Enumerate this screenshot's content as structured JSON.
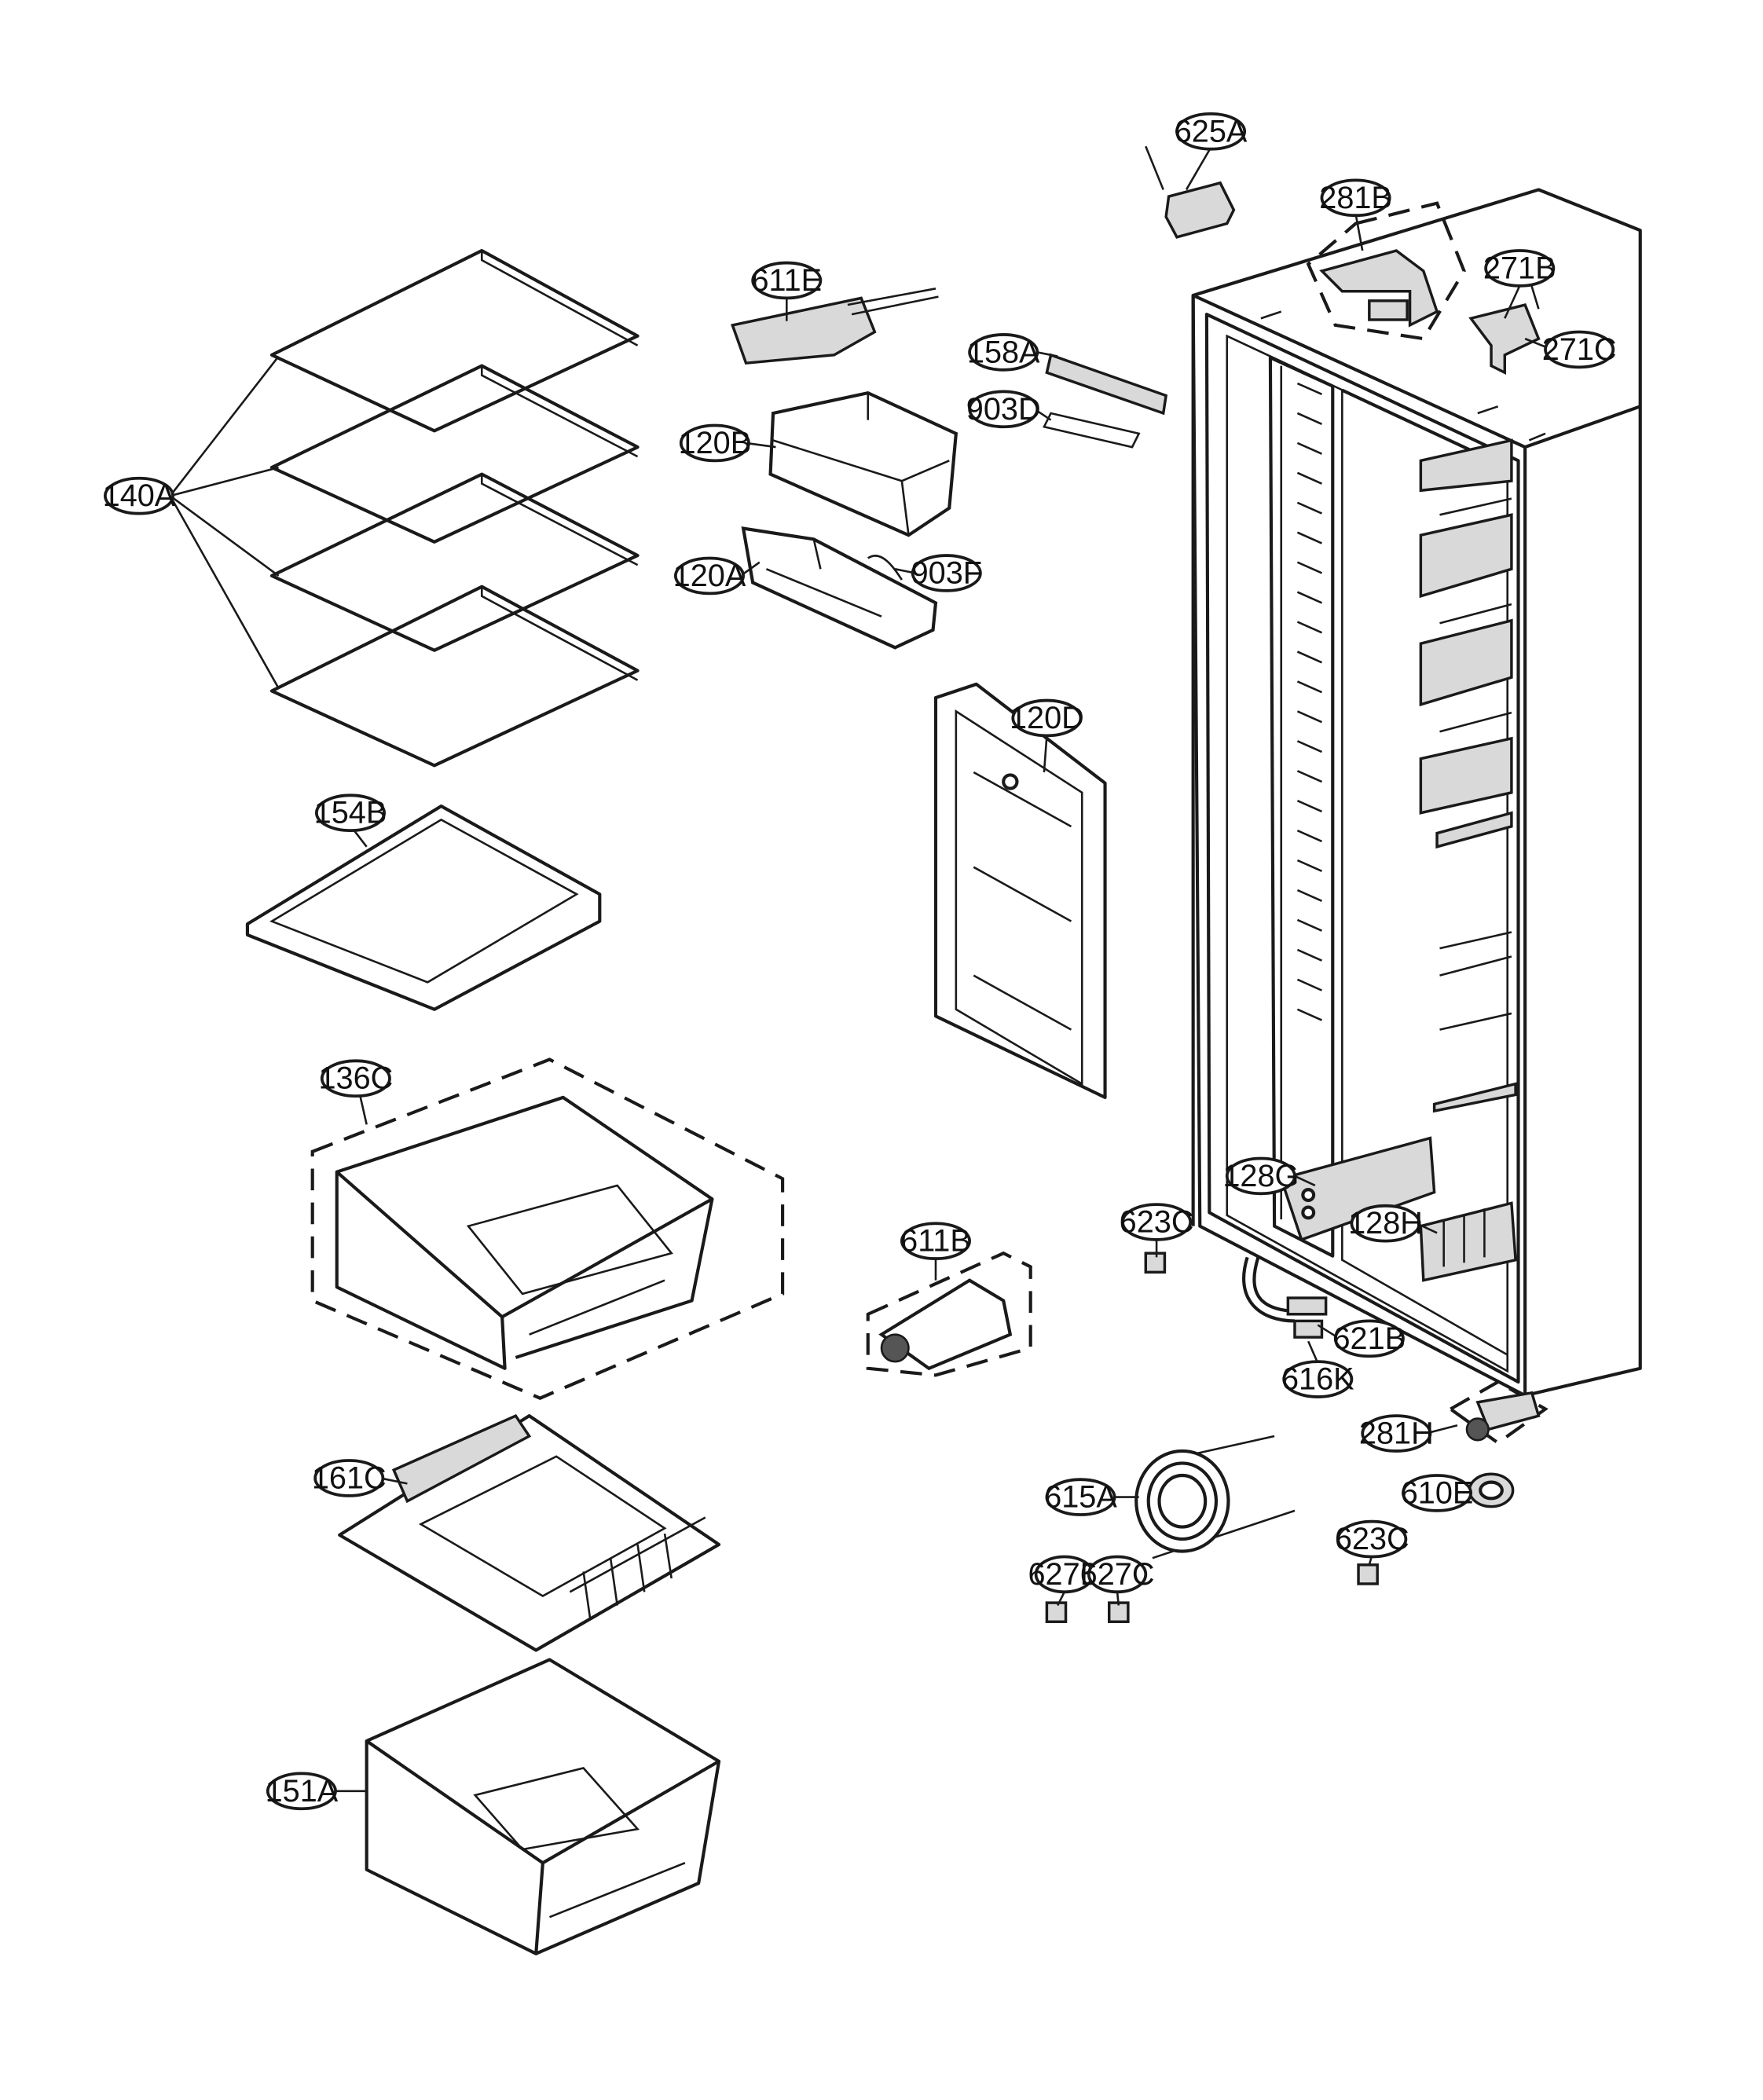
{
  "labels": {
    "l625A": "625A",
    "l281B": "281B",
    "l271B": "271B",
    "l271C": "271C",
    "l611E": "611E",
    "l158A": "158A",
    "l903D": "903D",
    "l120B": "120B",
    "l140A": "140A",
    "l120A": "120A",
    "l903F": "903F",
    "l120D": "120D",
    "l154B": "154B",
    "l136C": "136C",
    "l128G": "128G",
    "l623C_a": "623C",
    "l128H": "128H",
    "l611B": "611B",
    "l621B": "621B",
    "l616K": "616K",
    "l281H": "281H",
    "l161C": "161C",
    "l615A": "615A",
    "l610E": "610E",
    "l623C_b": "623C",
    "l627B": "627B",
    "l627C": "627C",
    "l151A": "151A"
  }
}
